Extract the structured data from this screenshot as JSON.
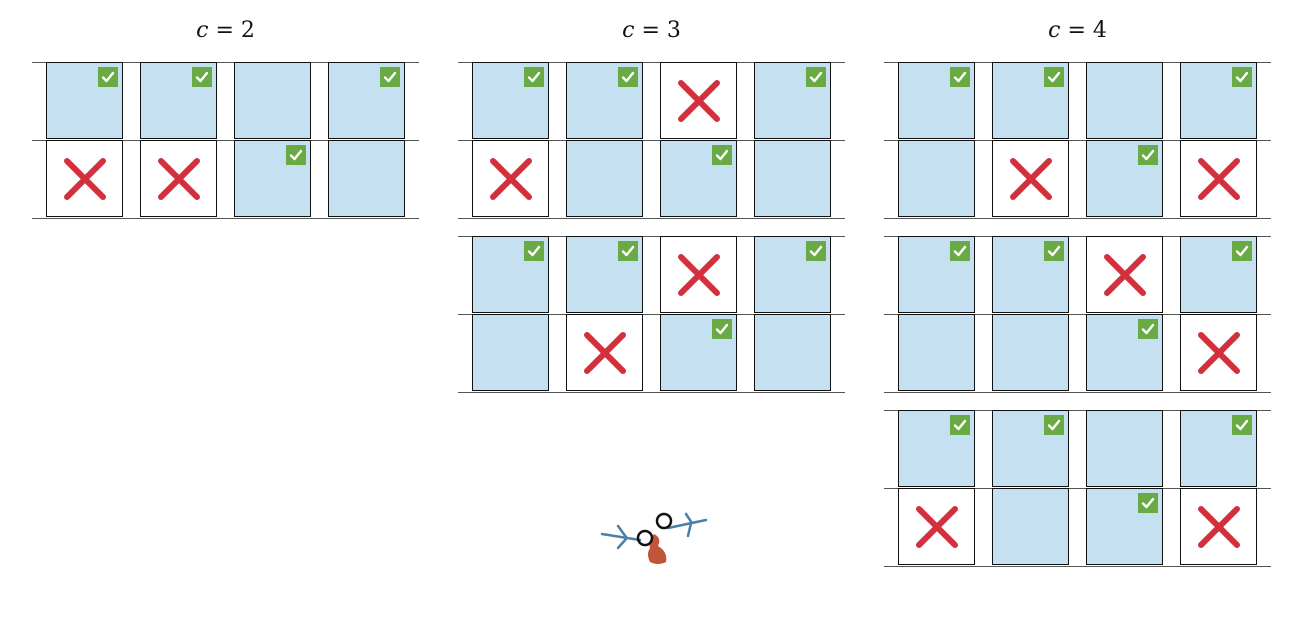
{
  "panels": [
    {
      "title_var": "c",
      "title_eq": " = 2",
      "blocks": [
        {
          "cells": [
            {
              "row": 0,
              "col": 0,
              "state": "check"
            },
            {
              "row": 0,
              "col": 1,
              "state": "check"
            },
            {
              "row": 0,
              "col": 2,
              "state": "empty"
            },
            {
              "row": 0,
              "col": 3,
              "state": "check"
            },
            {
              "row": 1,
              "col": 0,
              "state": "cross"
            },
            {
              "row": 1,
              "col": 1,
              "state": "cross"
            },
            {
              "row": 1,
              "col": 2,
              "state": "check"
            },
            {
              "row": 1,
              "col": 3,
              "state": "empty"
            }
          ]
        }
      ]
    },
    {
      "title_var": "c",
      "title_eq": " = 3",
      "blocks": [
        {
          "cells": [
            {
              "row": 0,
              "col": 0,
              "state": "check"
            },
            {
              "row": 0,
              "col": 1,
              "state": "check"
            },
            {
              "row": 0,
              "col": 2,
              "state": "cross"
            },
            {
              "row": 0,
              "col": 3,
              "state": "check"
            },
            {
              "row": 1,
              "col": 0,
              "state": "cross"
            },
            {
              "row": 1,
              "col": 1,
              "state": "empty"
            },
            {
              "row": 1,
              "col": 2,
              "state": "check"
            },
            {
              "row": 1,
              "col": 3,
              "state": "empty"
            }
          ]
        },
        {
          "cells": [
            {
              "row": 0,
              "col": 0,
              "state": "check"
            },
            {
              "row": 0,
              "col": 1,
              "state": "check"
            },
            {
              "row": 0,
              "col": 2,
              "state": "cross"
            },
            {
              "row": 0,
              "col": 3,
              "state": "check"
            },
            {
              "row": 1,
              "col": 0,
              "state": "empty"
            },
            {
              "row": 1,
              "col": 1,
              "state": "cross"
            },
            {
              "row": 1,
              "col": 2,
              "state": "check"
            },
            {
              "row": 1,
              "col": 3,
              "state": "empty"
            }
          ]
        }
      ]
    },
    {
      "title_var": "c",
      "title_eq": " = 4",
      "blocks": [
        {
          "cells": [
            {
              "row": 0,
              "col": 0,
              "state": "check"
            },
            {
              "row": 0,
              "col": 1,
              "state": "check"
            },
            {
              "row": 0,
              "col": 2,
              "state": "empty"
            },
            {
              "row": 0,
              "col": 3,
              "state": "check"
            },
            {
              "row": 1,
              "col": 0,
              "state": "empty"
            },
            {
              "row": 1,
              "col": 1,
              "state": "cross"
            },
            {
              "row": 1,
              "col": 2,
              "state": "check"
            },
            {
              "row": 1,
              "col": 3,
              "state": "cross"
            }
          ]
        },
        {
          "cells": [
            {
              "row": 0,
              "col": 0,
              "state": "check"
            },
            {
              "row": 0,
              "col": 1,
              "state": "check"
            },
            {
              "row": 0,
              "col": 2,
              "state": "cross"
            },
            {
              "row": 0,
              "col": 3,
              "state": "check"
            },
            {
              "row": 1,
              "col": 0,
              "state": "empty"
            },
            {
              "row": 1,
              "col": 1,
              "state": "empty"
            },
            {
              "row": 1,
              "col": 2,
              "state": "check"
            },
            {
              "row": 1,
              "col": 3,
              "state": "cross"
            }
          ]
        },
        {
          "cells": [
            {
              "row": 0,
              "col": 0,
              "state": "check"
            },
            {
              "row": 0,
              "col": 1,
              "state": "check"
            },
            {
              "row": 0,
              "col": 2,
              "state": "empty"
            },
            {
              "row": 0,
              "col": 3,
              "state": "check"
            },
            {
              "row": 1,
              "col": 0,
              "state": "cross"
            },
            {
              "row": 1,
              "col": 1,
              "state": "empty"
            },
            {
              "row": 1,
              "col": 2,
              "state": "check"
            },
            {
              "row": 1,
              "col": 3,
              "state": "cross"
            }
          ]
        }
      ]
    }
  ],
  "colors": {
    "cell_fill": "#c5e0f0",
    "check_badge": "#6aaa45",
    "cross": "#d2303d",
    "logo_body": "#c0553a",
    "logo_antler": "#4a7fa8"
  },
  "icons": {
    "check": "check-mark-icon",
    "cross": "red-x-icon",
    "logo": "moose-logo-icon"
  }
}
